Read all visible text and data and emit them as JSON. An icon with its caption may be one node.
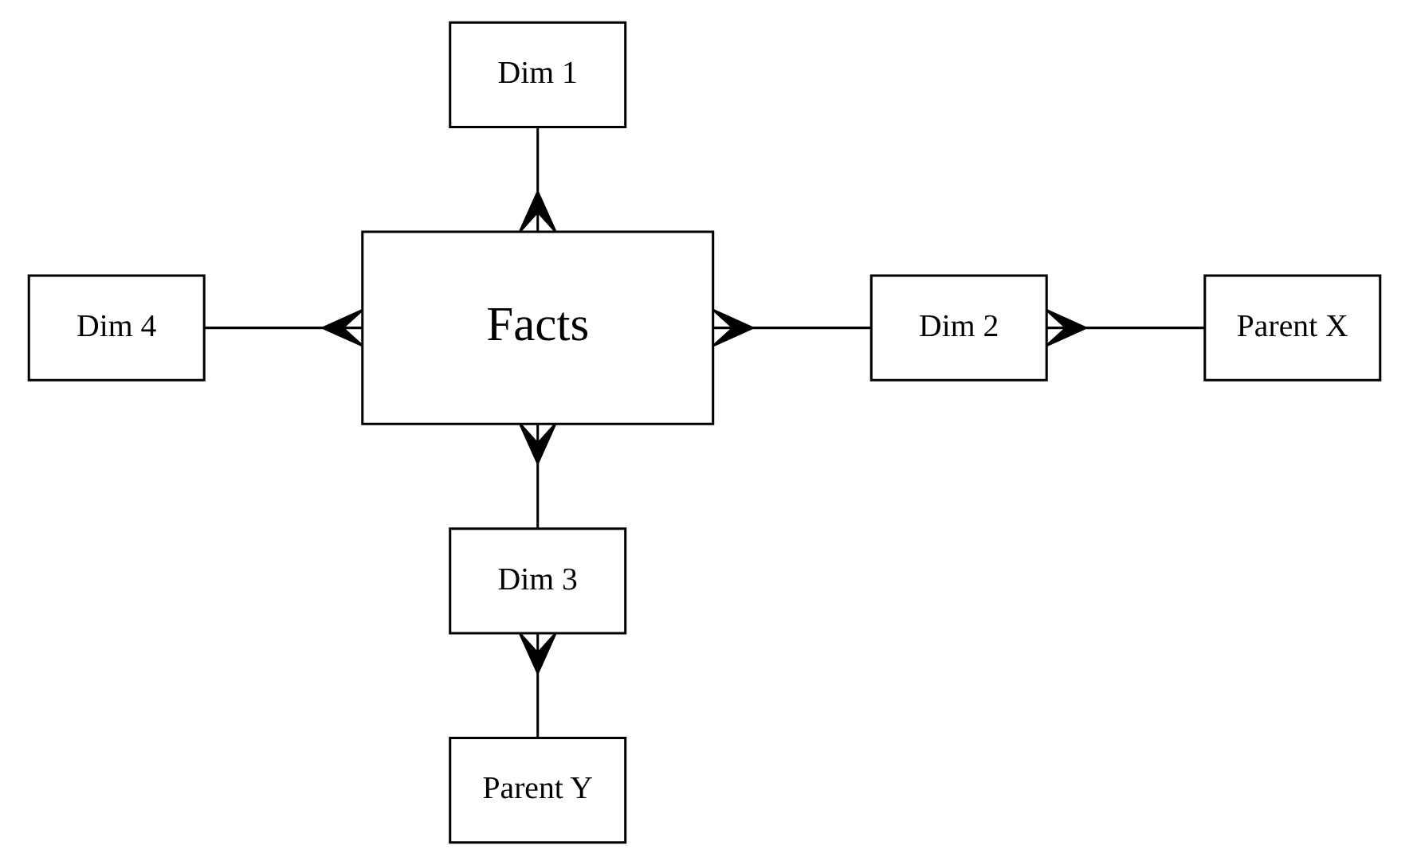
{
  "diagram": {
    "nodes": [
      {
        "text": [
          "Dim 1"
        ]
      },
      {
        "text": [
          "Dim 4"
        ]
      },
      {
        "text": [
          "Facts"
        ]
      },
      {
        "text": [
          "Dim 2"
        ]
      },
      {
        "text": [
          "Parent X"
        ]
      },
      {
        "text": [
          "Dim 3"
        ]
      },
      {
        "text": [
          "Parent Y"
        ]
      }
    ],
    "edges": [
      {
        "from": 0,
        "to": 2,
        "arrow": "other"
      },
      {
        "from": 1,
        "to": 2,
        "arrow": "other"
      },
      {
        "from": 3,
        "to": 2,
        "arrow": "other"
      },
      {
        "from": 4,
        "to": 3,
        "arrow": "other"
      },
      {
        "from": 5,
        "to": 2,
        "arrow": "other"
      },
      {
        "from": 6,
        "to": 5,
        "arrow": "other"
      }
    ]
  }
}
